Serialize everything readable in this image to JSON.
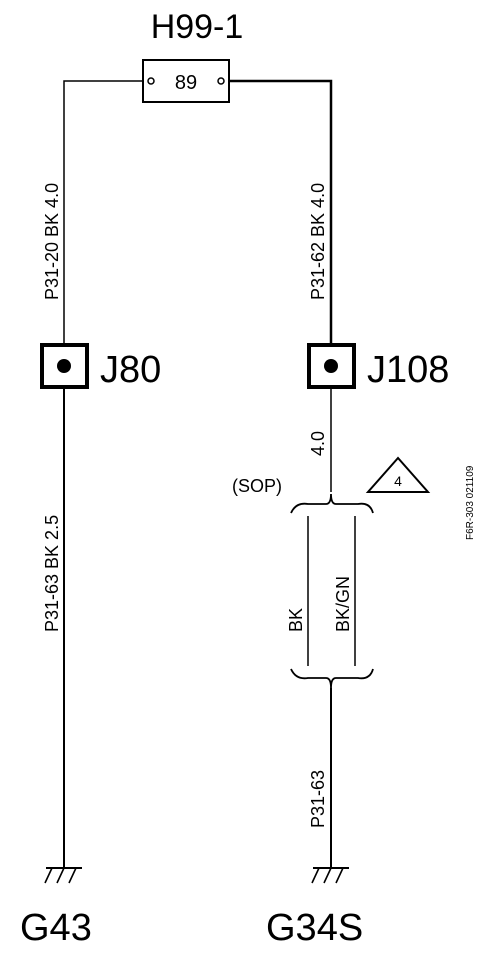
{
  "fuse": {
    "name": "H99-1",
    "number": "89"
  },
  "splices": {
    "left": {
      "name": "J80"
    },
    "right": {
      "name": "J108"
    }
  },
  "wires": {
    "left_upper": "P31-20  BK  4.0",
    "right_upper": "P31-62  BK  4.0",
    "left_lower": "P31-63  BK  2.5",
    "right_short": "4.0",
    "bk": "BK",
    "bkgn": "BK/GN",
    "right_lower": "P31-63"
  },
  "annotations": {
    "sop": "(SOP)",
    "note_number": "4",
    "figure_id": "F6R-303  021109"
  },
  "grounds": {
    "left": "G43",
    "right": "G34S"
  }
}
